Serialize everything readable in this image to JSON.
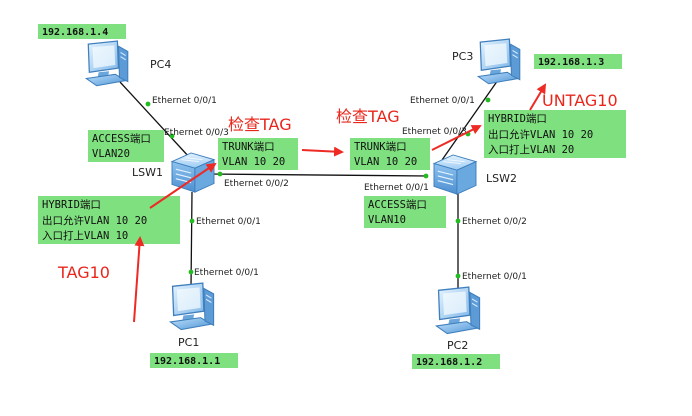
{
  "colors": {
    "label_box": "#7fe07f",
    "arrow": "#ee2a24",
    "link": "#111111",
    "port_dot": "#22bb22"
  },
  "devices": {
    "pc1": {
      "name": "PC1",
      "ip": "192.168.1.1",
      "icon": "pc-icon"
    },
    "pc2": {
      "name": "PC2",
      "ip": "192.168.1.2",
      "icon": "pc-icon"
    },
    "pc3": {
      "name": "PC3",
      "ip": "192.168.1.3",
      "icon": "pc-icon"
    },
    "pc4": {
      "name": "PC4",
      "ip": "192.168.1.4",
      "icon": "pc-icon"
    },
    "lsw1": {
      "name": "LSW1",
      "icon": "switch-icon"
    },
    "lsw2": {
      "name": "LSW2",
      "icon": "switch-icon"
    }
  },
  "ports": {
    "pc4_port": "Ethernet 0/0/1",
    "lsw1_to_pc4": "Ethernet 0/0/3",
    "lsw1_to_lsw2": "Ethernet 0/0/2",
    "lsw1_to_pc1": "Ethernet 0/0/1",
    "pc1_port": "Ethernet 0/0/1",
    "pc3_port": "Ethernet 0/0/1",
    "lsw2_to_pc3": "Ethernet 0/0/3",
    "lsw2_to_lsw1": "Ethernet 0/0/1",
    "lsw2_to_pc2": "Ethernet 0/0/2",
    "pc2_port": "Ethernet 0/0/1"
  },
  "port_configs": {
    "lsw1_access": [
      "ACCESS端口",
      "VLAN20"
    ],
    "lsw1_trunk": [
      "TRUNK端口",
      "VLAN 10 20"
    ],
    "lsw1_hybrid": [
      "HYBRID端口",
      "出口允许VLAN 10 20",
      "入口打上VLAN 10"
    ],
    "lsw2_trunk": [
      "TRUNK端口",
      "VLAN 10 20"
    ],
    "lsw2_access": [
      "ACCESS端口",
      "VLAN10"
    ],
    "lsw2_hybrid": [
      "HYBRID端口",
      "出口允许VLAN 10 20",
      "入口打上VLAN 20"
    ]
  },
  "annotations": {
    "tag10": "TAG10",
    "check_tag_1": "检查TAG",
    "check_tag_2": "检查TAG",
    "untag10": "UNTAG10"
  }
}
